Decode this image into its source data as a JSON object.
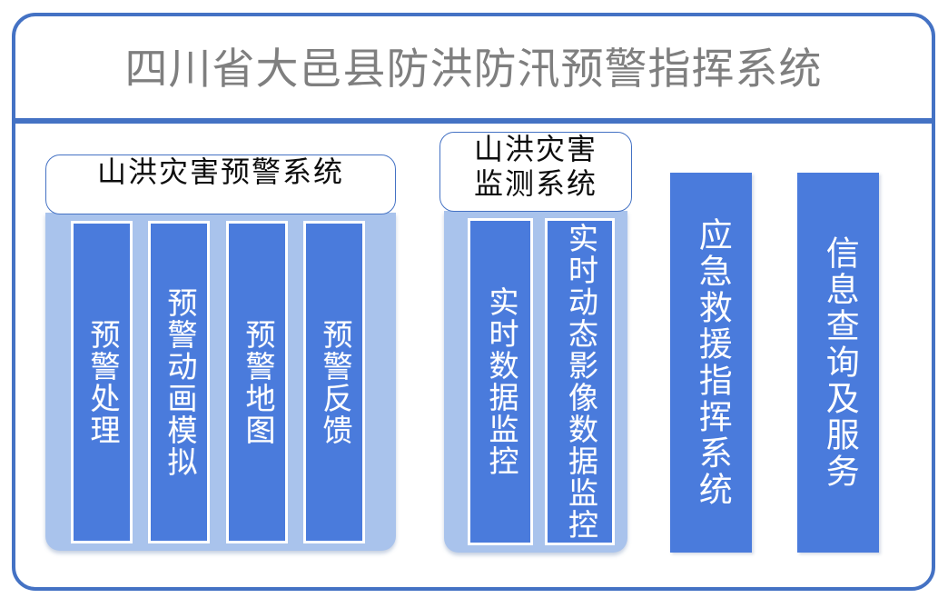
{
  "header": {
    "title": "四川省大邑县防洪防汛预警指挥系统"
  },
  "colors": {
    "frame_blue": "#4472C4",
    "chip_blue": "#4A7BDC",
    "tray_light_blue": "#A9C3EC",
    "title_gray": "#7F7F7F",
    "chip_text": "#FFFFFF",
    "card_title_text": "#0D0D0D"
  },
  "panels": [
    {
      "id": "warning-system",
      "title": "山洪灾害预警系统",
      "items": [
        {
          "label": "预警处理"
        },
        {
          "label": "预警动画模拟"
        },
        {
          "label": "预警地图"
        },
        {
          "label": "预警反馈"
        }
      ]
    },
    {
      "id": "monitoring-system",
      "title": "山洪灾害\n监测系统",
      "items": [
        {
          "label": "实时数据监控"
        },
        {
          "label": "实时动态影像数据监控"
        }
      ]
    }
  ],
  "bars": [
    {
      "id": "emergency-rescue",
      "label": "应急救援指挥系统"
    },
    {
      "id": "info-service",
      "label": "信息查询及服务"
    }
  ]
}
